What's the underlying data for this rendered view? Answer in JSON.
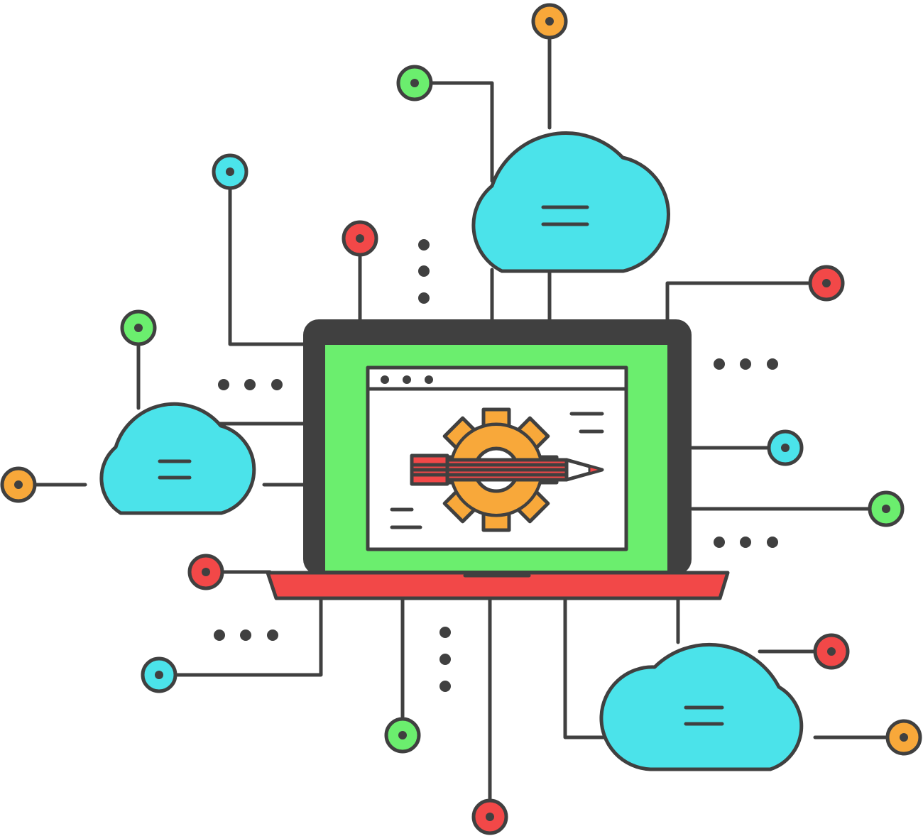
{
  "palette": {
    "outline": "#404040",
    "cloud": "#4BE3EA",
    "screen": "#6BEE6E",
    "keyboard_base": "#F24848",
    "node_orange": "#F8A83A",
    "node_green": "#6BEE6E",
    "node_cyan": "#4BE3EA",
    "node_red": "#F24848",
    "gear": "#F8A83A",
    "pencil": "#F24848",
    "window": "#FFFFFF"
  },
  "icons": {
    "laptop": "laptop-icon",
    "cloud": "cloud-icon",
    "gear": "gear-icon",
    "pencil": "pencil-icon",
    "node": "circuit-node-icon"
  },
  "nodes": [
    {
      "id": "top-orange",
      "color": "orange"
    },
    {
      "id": "top-green",
      "color": "green"
    },
    {
      "id": "upper-left-cyan",
      "color": "cyan"
    },
    {
      "id": "upper-center-red",
      "color": "red"
    },
    {
      "id": "left-green",
      "color": "green"
    },
    {
      "id": "left-orange",
      "color": "orange"
    },
    {
      "id": "lower-left-red",
      "color": "red"
    },
    {
      "id": "bottom-left-cyan",
      "color": "cyan"
    },
    {
      "id": "bottom-green",
      "color": "green"
    },
    {
      "id": "bottom-red",
      "color": "red"
    },
    {
      "id": "right-red-upper",
      "color": "red"
    },
    {
      "id": "right-cyan",
      "color": "cyan"
    },
    {
      "id": "right-green",
      "color": "green"
    },
    {
      "id": "lower-right-red",
      "color": "red"
    },
    {
      "id": "lower-right-orange",
      "color": "orange"
    }
  ]
}
